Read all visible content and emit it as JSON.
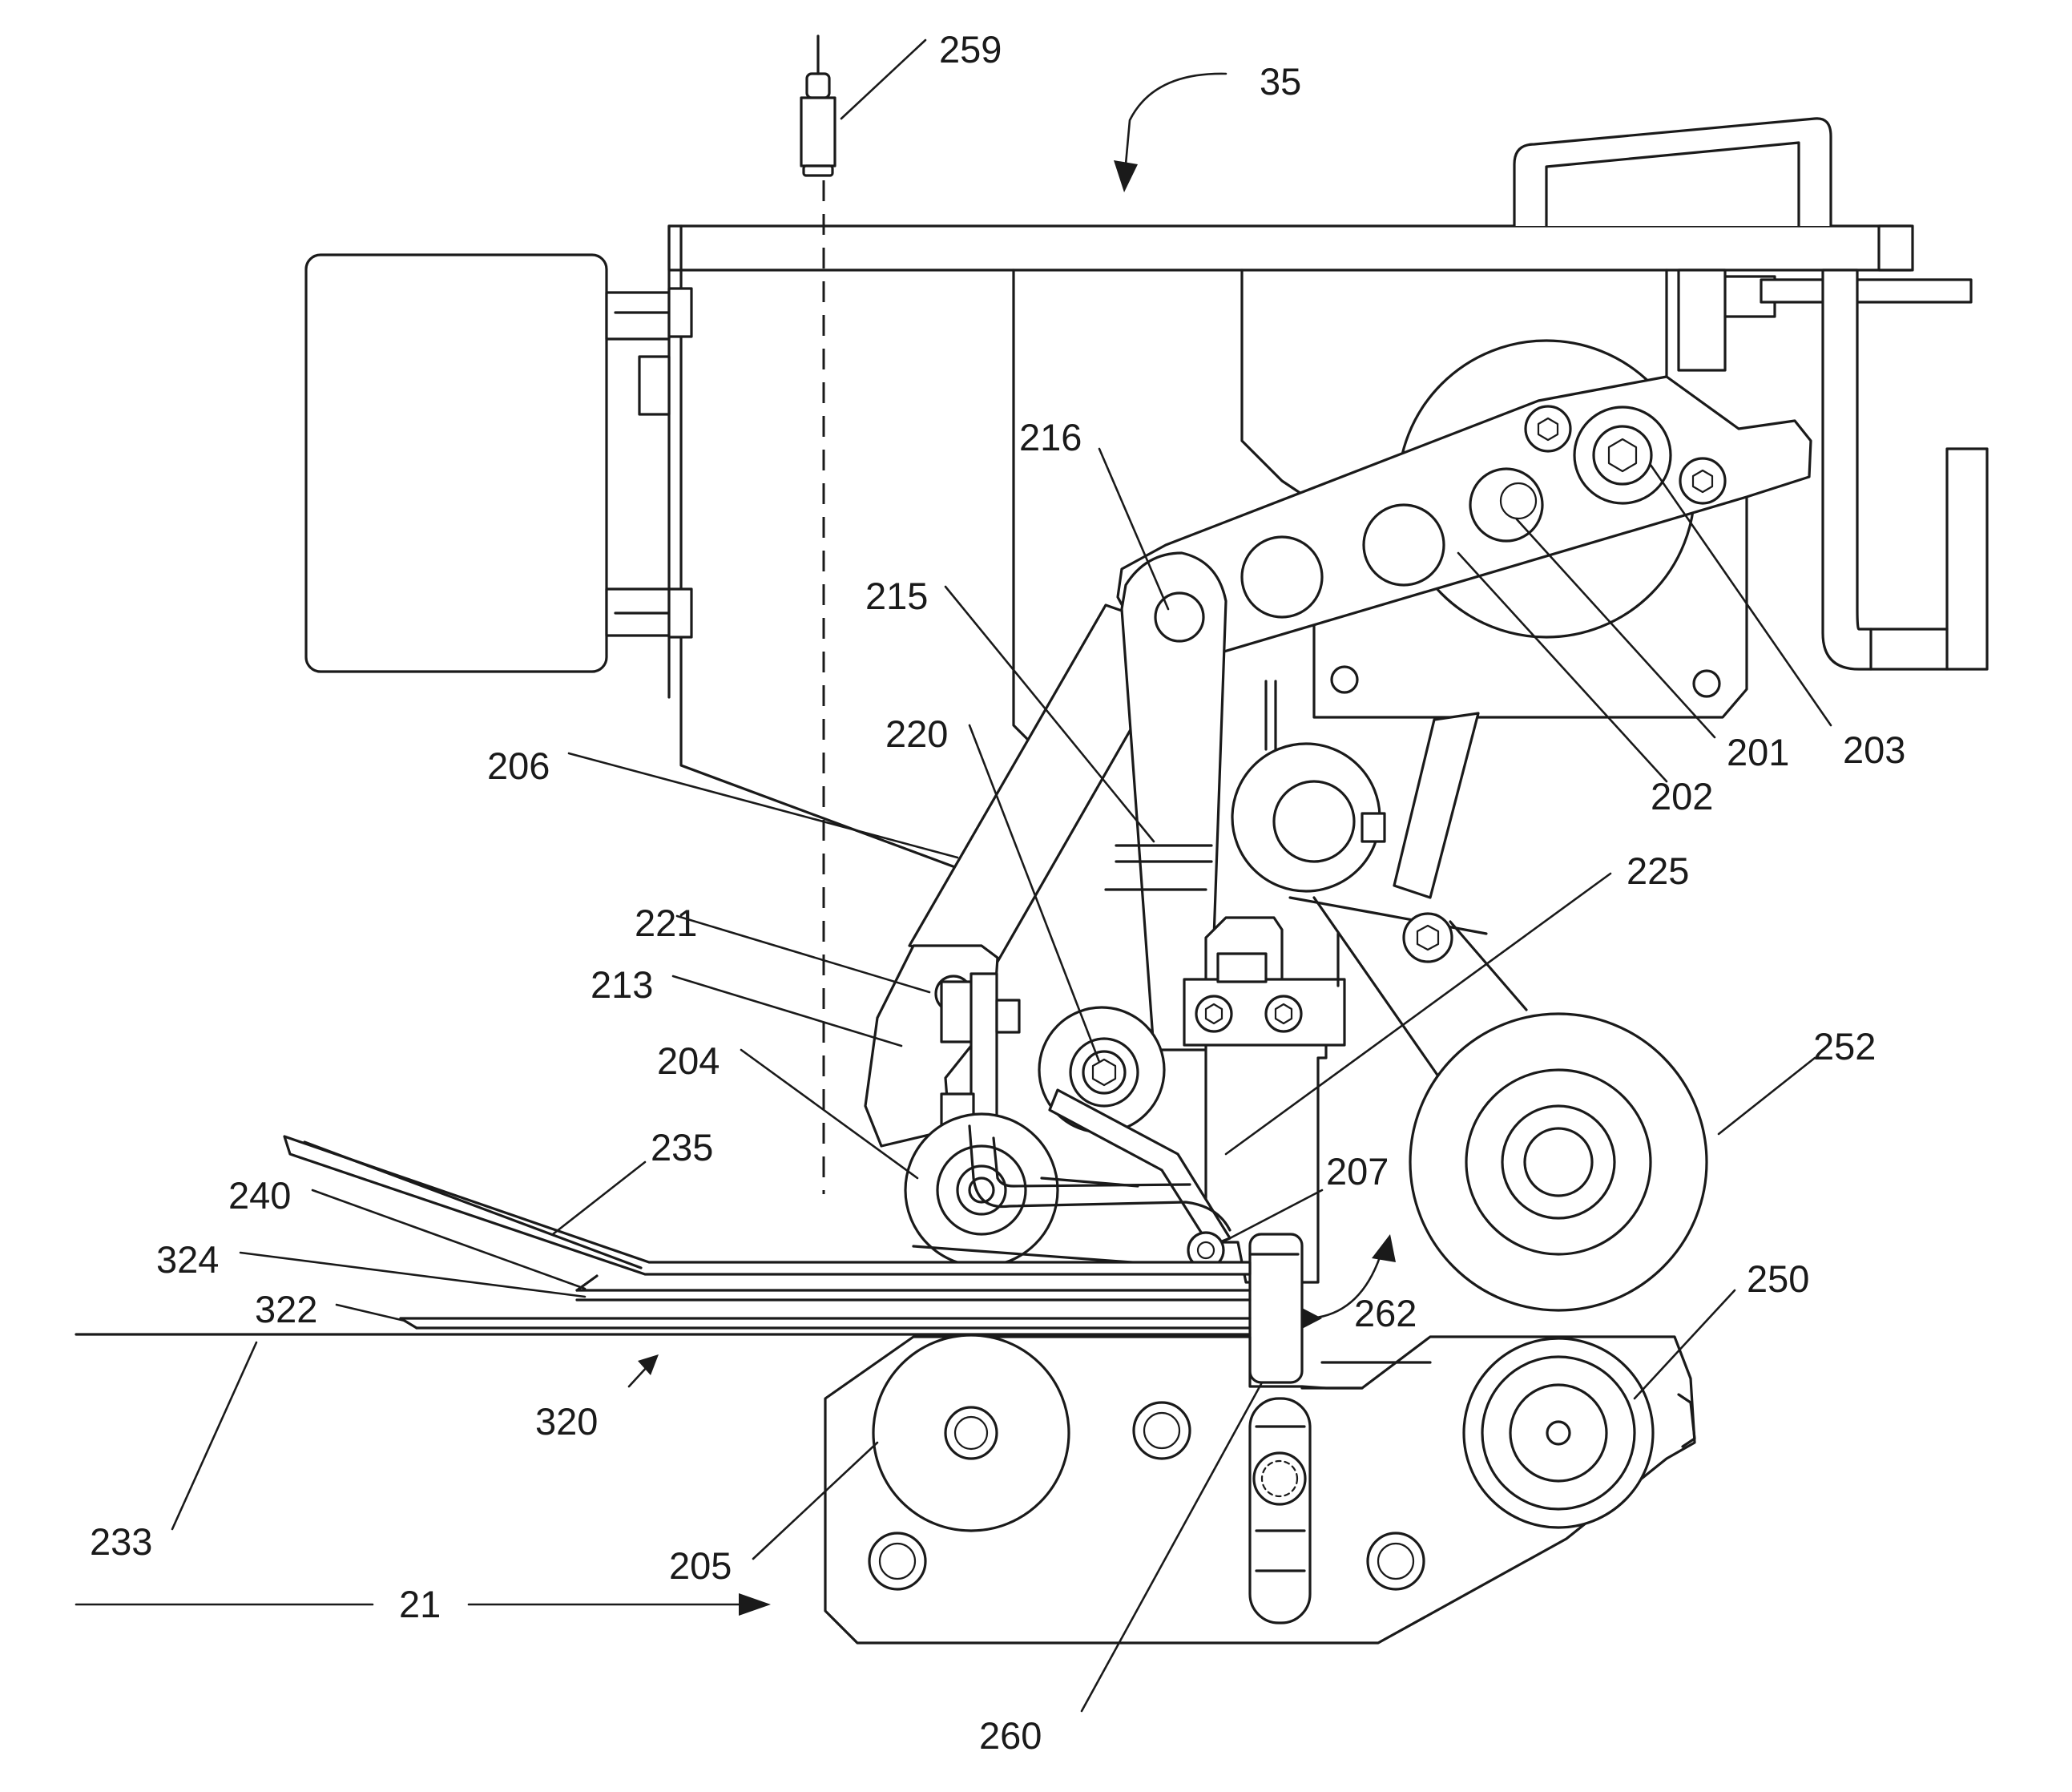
{
  "figure": {
    "reference_numerals": {
      "n259": "259",
      "n35": "35",
      "n216": "216",
      "n215": "215",
      "n220": "220",
      "n206": "206",
      "n221": "221",
      "n213": "213",
      "n204": "204",
      "n235": "235",
      "n240": "240",
      "n324": "324",
      "n322": "322",
      "n320": "320",
      "n233": "233",
      "n205": "205",
      "n21": "21",
      "n260": "260",
      "n262": "262",
      "n207": "207",
      "n225": "225",
      "n252": "252",
      "n250": "250",
      "n201": "201",
      "n202": "202",
      "n203": "203"
    }
  }
}
